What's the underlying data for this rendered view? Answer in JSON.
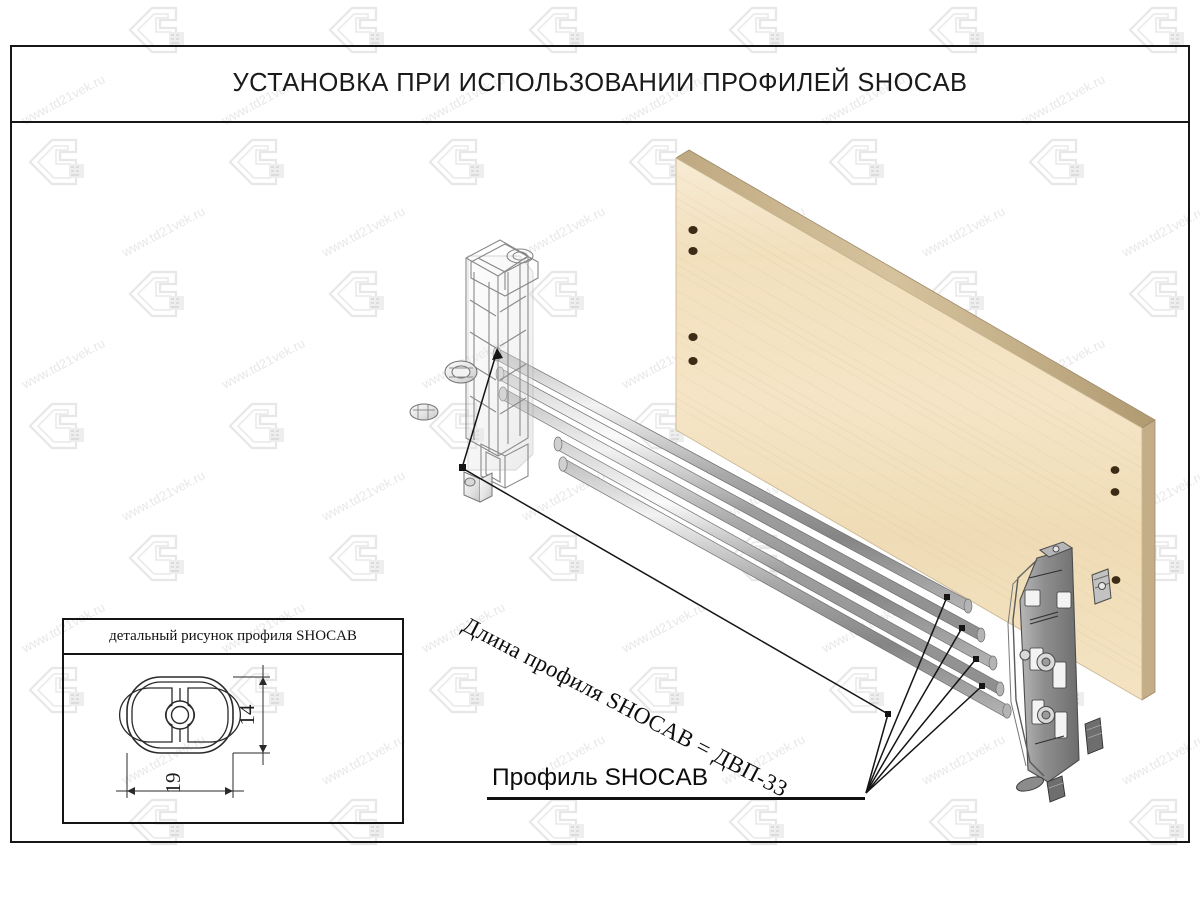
{
  "document": {
    "title": "УСТАНОВКА ПРИ ИСПОЛЬЗОВАНИИ ПРОФИЛЕЙ SHOCAB",
    "type": "technical-assembly-drawing",
    "language": "ru"
  },
  "watermark": {
    "text": "www.td21vek.ru",
    "logo_text": "21",
    "color": "#e9e9e9",
    "rotation_deg": -28
  },
  "detail_box": {
    "header": "детальный рисунок профиля SHOCAB",
    "dimensions": {
      "height_label": "14",
      "width_label": "19",
      "units": "mm"
    }
  },
  "annotations": {
    "length_label": "Длина профиля SHOCAB = ДВП-33",
    "profile_label": "Профиль SHOCAB"
  },
  "illustration": {
    "panel": {
      "name": "wooden-panel",
      "face_color": "#f3e2c2",
      "edge_color": "#c9b391",
      "top_edge_color": "#b8a382",
      "hole_color": "#3a2a15",
      "holes_count": 7
    },
    "profiles": {
      "name": "shocab-profile-rods",
      "count": 5,
      "color": "#9a9a9a",
      "highlight_color": "#d8d8d8"
    },
    "left_bracket": {
      "name": "left-mounting-bracket",
      "color": "#e2e2e2",
      "outline": "#7a7a7a"
    },
    "right_bracket": {
      "name": "right-mounting-bracket",
      "color": "#9b9b9b",
      "outline": "#4d4d4d"
    },
    "leader_lines": {
      "color": "#141414",
      "count": 5
    }
  },
  "colors": {
    "frame": "#161616",
    "text": "#111111",
    "background": "#ffffff"
  }
}
